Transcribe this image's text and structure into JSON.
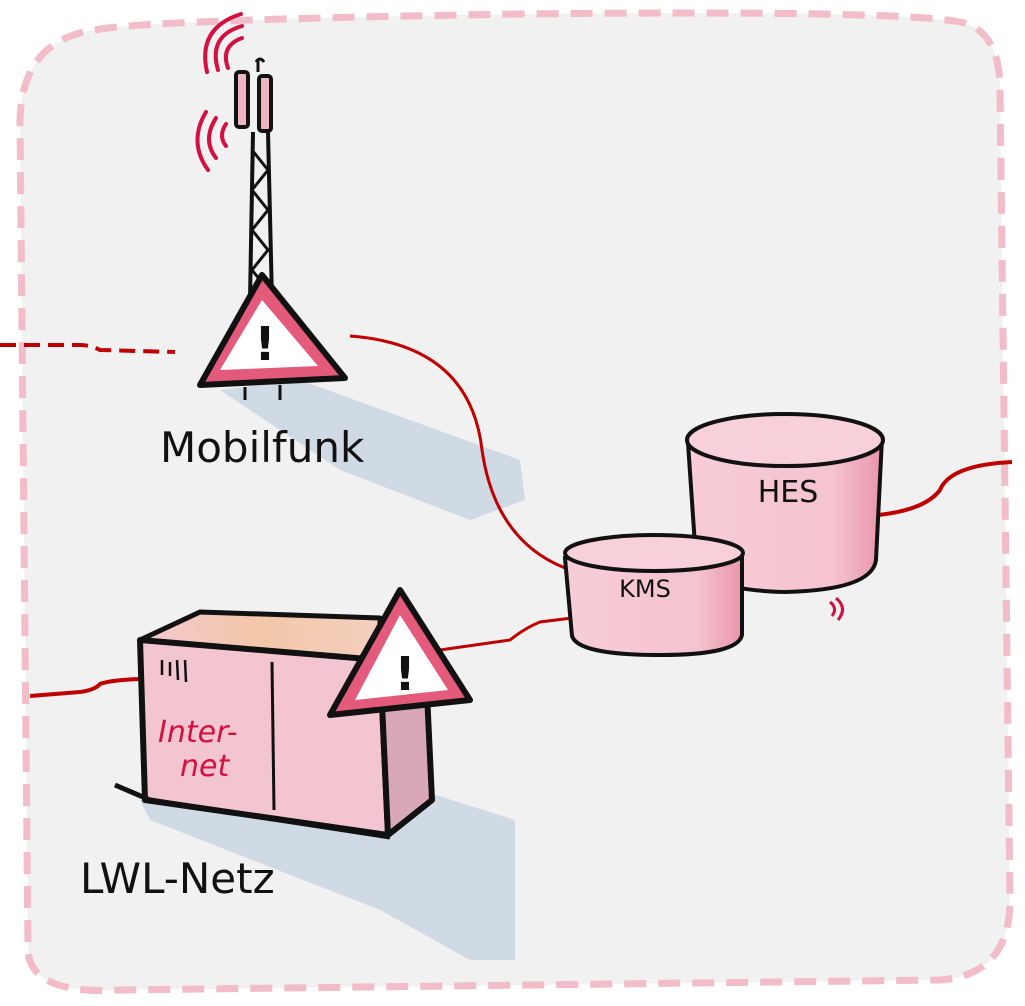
{
  "diagram": {
    "colors": {
      "background": "#f1f1f1",
      "frame_dash": "#f2bcc9",
      "connection": "#c00000",
      "outline": "#111111",
      "pink_fill": "#f4c3cf",
      "pink_dark": "#e88aa3",
      "signal": "#d4103f",
      "shadow": "#c9d6e2",
      "warning_fill": "#e35a7b"
    },
    "nodes": {
      "tower": {
        "label": "Mobilfunk",
        "icon": "cell-tower-icon",
        "warning": true
      },
      "cabinet": {
        "label": "LWL-Netz",
        "inscription": [
          "Inter-",
          "net"
        ],
        "icon": "network-cabinet-icon",
        "warning": true
      },
      "kms": {
        "label": "KMS",
        "icon": "database-cylinder-icon"
      },
      "hes": {
        "label": "HES",
        "icon": "database-cylinder-icon"
      }
    },
    "warning_symbol": "!",
    "connections": [
      {
        "from": "left-edge",
        "to": "tower",
        "style": "dashed"
      },
      {
        "from": "tower",
        "to": "kms",
        "style": "solid"
      },
      {
        "from": "left-edge",
        "to": "cabinet",
        "style": "solid"
      },
      {
        "from": "cabinet",
        "to": "kms",
        "style": "solid"
      },
      {
        "from": "hes",
        "to": "right-edge",
        "style": "solid"
      }
    ]
  }
}
